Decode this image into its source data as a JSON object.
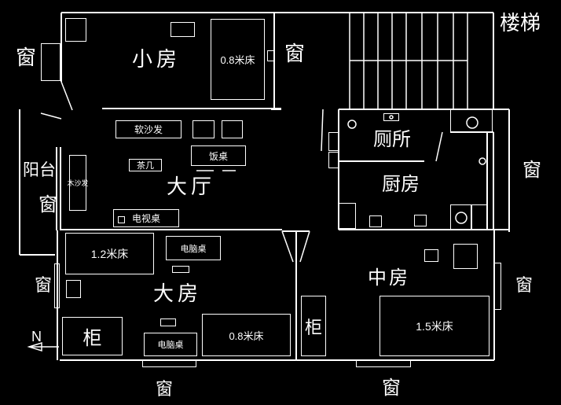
{
  "colors": {
    "background": "#000000",
    "line": "#ffffff",
    "text": "#ffffff"
  },
  "rooms": {
    "small_room": "小房",
    "hall": "大厅",
    "balcony": "阳台",
    "toilet": "厕所",
    "kitchen": "厨房",
    "big_room": "大房",
    "middle_room": "中房",
    "stairs": "楼梯"
  },
  "furniture": {
    "bed_08": "0.8米床",
    "bed_12": "1.2米床",
    "bed_15": "1.5米床",
    "soft_sofa": "软沙发",
    "wood_sofa": "木沙发",
    "tea_table": "茶几",
    "dining_table": "饭桌",
    "tv_table": "电视桌",
    "computer_desk": "电脑桌",
    "cabinet": "柜"
  },
  "labels": {
    "window": "窗",
    "north": "N"
  }
}
